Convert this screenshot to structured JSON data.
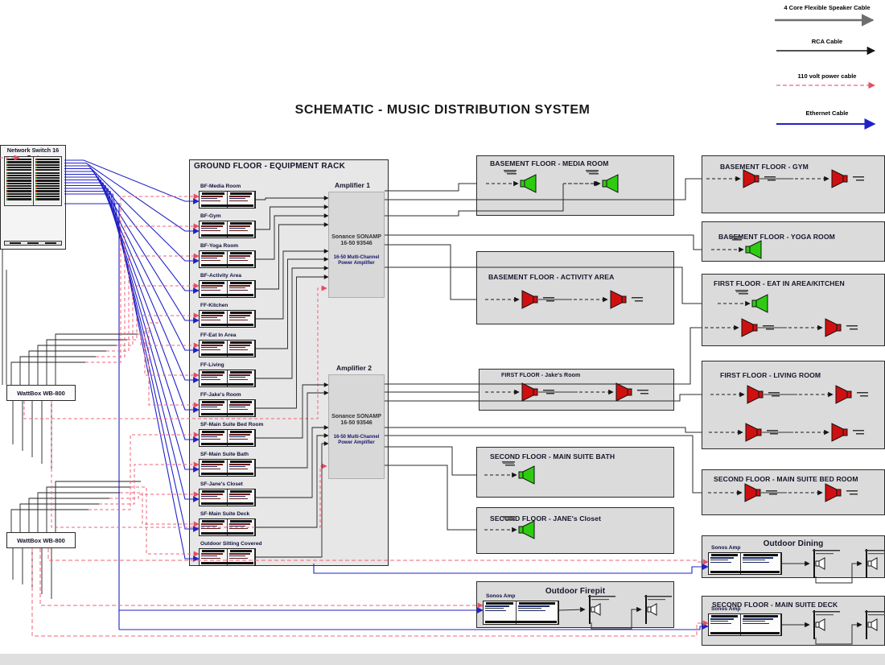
{
  "title": "SCHEMATIC - MUSIC DISTRIBUTION SYSTEM",
  "legend": {
    "items": [
      {
        "label": "4 Core Flexible Speaker Cable",
        "line_color": "#6e6e6e",
        "line_style": "solid",
        "text_color": "#111111"
      },
      {
        "label": "RCA Cable",
        "line_color": "#141414",
        "line_style": "solid",
        "text_color": "#111111"
      },
      {
        "label": "110 volt power cable",
        "line_color": "#f0637a",
        "line_style": "dashed",
        "text_color": "#9b1b30"
      },
      {
        "label": "Ethernet Cable",
        "line_color": "#2021c8",
        "line_style": "solid",
        "text_color": "#10104a"
      }
    ]
  },
  "network_switch": {
    "label": "Network Switch 16 Port",
    "port_count": 16
  },
  "wattboxes": [
    {
      "label": "WattBox WB-800"
    },
    {
      "label": "WattBox WB-800"
    }
  ],
  "equipment_rack": {
    "title": "GROUND FLOOR - EQUIPMENT RACK",
    "modules": [
      "BF-Media Room",
      "BF-Gym",
      "BF-Yoga Room",
      "BF-Activity Area",
      "FF-Kitchen",
      "FF-Eat In Area",
      "FF-Living",
      "FF-Jake's Room",
      "SF-Main Suite Bed Room",
      "SF-Main Suite Bath",
      "SF-Jane's Closet",
      "SF-Main Suite Deck",
      "Outdoor Sitting Covered"
    ],
    "amplifiers": [
      {
        "name": "Amplifier 1",
        "model_line1": "Sonance SONAMP",
        "model_line2": "16-50 93546",
        "desc_line1": "16-50 Multi-Channel",
        "desc_line2": "Power Amplifier"
      },
      {
        "name": "Amplifier 2",
        "model_line1": "Sonance SONAMP",
        "model_line2": "16-50 93546",
        "desc_line1": "16-50 Multi-Channel",
        "desc_line2": "Power Amplifier"
      }
    ]
  },
  "zones": [
    {
      "id": "basement-media-room",
      "title": "BASEMENT FLOOR - MEDIA ROOM",
      "speakers": [
        "green",
        "green"
      ]
    },
    {
      "id": "basement-gym",
      "title": "BASEMENT FLOOR - GYM",
      "speakers": [
        "red",
        "red"
      ]
    },
    {
      "id": "basement-yoga-room",
      "title": "BASEMENT FLOOR -  YOGA ROOM",
      "speakers": [
        "green"
      ]
    },
    {
      "id": "basement-activity-area",
      "title": "BASEMENT FLOOR - ACTIVITY AREA",
      "speakers": [
        "red",
        "red"
      ]
    },
    {
      "id": "first-eat-in-kitchen",
      "title": "FIRST FLOOR - EAT IN AREA/KITCHEN",
      "speakers": [
        "green",
        "red",
        "red"
      ]
    },
    {
      "id": "first-living-room",
      "title": "FIRST FLOOR - LIVING ROOM",
      "speakers": [
        "red",
        "red",
        "red",
        "red"
      ]
    },
    {
      "id": "first-jakes-room",
      "title": "FIRST FLOOR - Jake's Room",
      "speakers": [
        "red",
        "red"
      ]
    },
    {
      "id": "second-main-suite-bath",
      "title": "SECOND FLOOR - MAIN SUITE BATH",
      "speakers": [
        "green"
      ]
    },
    {
      "id": "second-janes-closet",
      "title": "SECOND FLOOR - JANE's Closet",
      "speakers": [
        "green"
      ]
    },
    {
      "id": "second-main-suite-bed-room",
      "title": "SECOND FLOOR - MAIN SUITE BED ROOM",
      "speakers": [
        "red",
        "red"
      ]
    },
    {
      "id": "outdoor-dining",
      "title": "Outdoor Dining",
      "amp_label": "Sonos Amp",
      "speakers": [
        "outdoor",
        "outdoor"
      ]
    },
    {
      "id": "outdoor-firepit",
      "title": "Outdoor Firepit",
      "amp_label": "Sonos Amp",
      "speakers": [
        "outdoor",
        "outdoor"
      ]
    },
    {
      "id": "second-main-suite-deck",
      "title": "SECOND FLOOR - MAIN SUITE DECK",
      "amp_label": "Sonos Amp",
      "speakers": [
        "outdoor",
        "outdoor"
      ]
    }
  ],
  "colors": {
    "speaker_green": "#2ecc11",
    "speaker_red": "#d01010",
    "ethernet": "#2021c8",
    "power": "#f0637a",
    "signal": "#1a1a1a",
    "speaker_cable": "#6e6e6e"
  }
}
